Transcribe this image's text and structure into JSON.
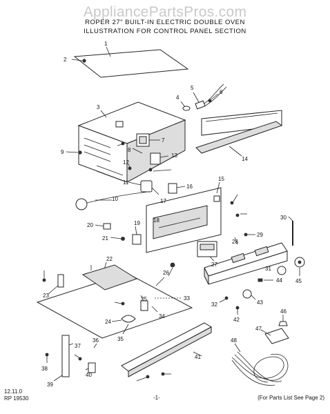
{
  "header": {
    "watermark": "AppliancePartsPros.com",
    "title_line1": "ROPER 27\" BUILT-IN ELECTRIC DOUBLE OVEN",
    "title_line2": "ILLUSTRATION FOR CONTROL PANEL SECTION"
  },
  "footer": {
    "revision_date": "12.11.0",
    "publication": "RP 19530",
    "page_number": "-1-",
    "parts_list_ref": "(For Parts List See Page 2)"
  },
  "callouts": {
    "c1": "1",
    "c2": "2",
    "c3": "3",
    "c4": "4",
    "c5": "5",
    "c6": "6",
    "c7": "7",
    "c8": "8",
    "c9": "9",
    "c10": "10",
    "c11": "11",
    "c12": "12",
    "c13": "13",
    "c14": "14",
    "c15": "15",
    "c16": "16",
    "c17": "17",
    "c18": "18",
    "c19": "19",
    "c20": "20",
    "c21": "21",
    "c22": "22",
    "c23": "23",
    "c24": "24",
    "c25": "25",
    "c26": "26",
    "c27": "27",
    "c28": "28",
    "c29": "29",
    "c30": "30",
    "c31": "31",
    "c32": "32",
    "c33": "33",
    "c34": "34",
    "c35": "35",
    "c36": "36",
    "c37": "37",
    "c38": "38",
    "c39": "39",
    "c40": "40",
    "c41": "41",
    "c42": "42",
    "c43": "43",
    "c44": "44",
    "c45": "45",
    "c46": "46",
    "c47": "47",
    "c48": "48"
  }
}
